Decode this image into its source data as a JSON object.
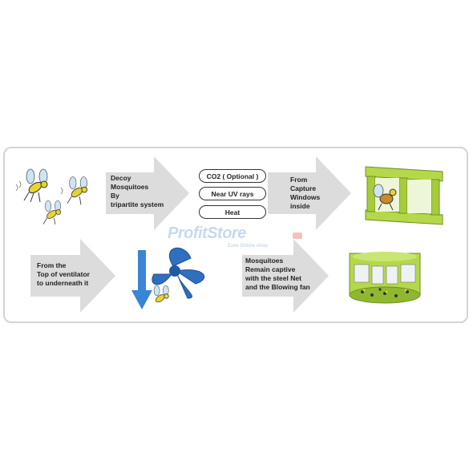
{
  "steps": {
    "decoy": {
      "lines": [
        "Decoy",
        "Mosquitoes",
        "By",
        "tripartite system"
      ]
    },
    "capture": {
      "lines": [
        "From",
        "Capture",
        "Windows",
        "inside"
      ]
    },
    "ventilator": {
      "lines": [
        "From the",
        "Top of ventilator",
        "to underneath it"
      ]
    },
    "captive": {
      "lines": [
        "Mosquitoes",
        "Remain captive",
        "with the steel Net",
        "and the Blowing fan"
      ]
    }
  },
  "attractants": [
    "CO2 ( Optional )",
    "Near UV rays",
    "Heat"
  ],
  "watermark": {
    "brand": "ProfitStore",
    "sub": "Ezee Online shop"
  },
  "colors": {
    "arrow": "#dcdcdc",
    "frame_green": "#a6cc3c",
    "fan_blue": "#2f6fbf",
    "mosquito_yellow": "#e8d430"
  }
}
